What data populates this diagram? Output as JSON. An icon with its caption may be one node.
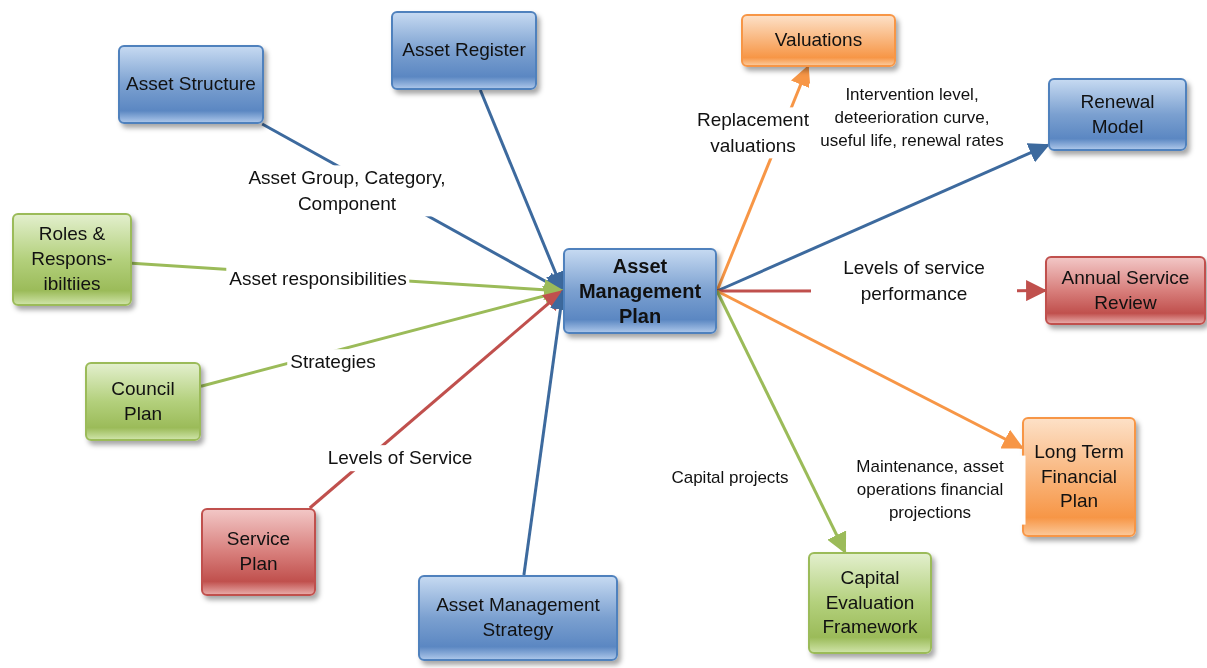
{
  "diagram": {
    "nodes": [
      {
        "text": [
          "Asset Structure"
        ]
      },
      {
        "text": [
          "Asset Register"
        ]
      },
      {
        "text": [
          "Roles & Respons- ibiltiies"
        ]
      },
      {
        "text": [
          "Council Plan"
        ]
      },
      {
        "text": [
          "Service Plan"
        ]
      },
      {
        "text": [
          "Asset Management Strategy"
        ]
      },
      {
        "text": [
          "Asset Management Plan"
        ]
      },
      {
        "text": [
          "Valuations"
        ]
      },
      {
        "text": [
          "Renewal Model"
        ]
      },
      {
        "text": [
          "Annual Service Review"
        ]
      },
      {
        "text": [
          "Long Term Financial Plan"
        ]
      },
      {
        "text": [
          "Capital Evaluation Framework"
        ]
      }
    ],
    "edges": [
      {
        "from": 0,
        "to": 6,
        "arrow": "to",
        "label": "Asset Group, Category, Component"
      },
      {
        "from": 1,
        "to": 6,
        "arrow": "to"
      },
      {
        "from": 2,
        "to": 6,
        "arrow": "to",
        "label": "Asset responsibilities",
        "color": "#9bbb59"
      },
      {
        "from": 3,
        "to": 6,
        "arrow": "to",
        "label": "Strategies",
        "color": "#9bbb59"
      },
      {
        "from": 4,
        "to": 6,
        "arrow": "to",
        "label": "Levels of Service",
        "color": "#c0504d"
      },
      {
        "from": 5,
        "to": 6,
        "arrow": "to"
      },
      {
        "from": 6,
        "to": 7,
        "arrow": "to",
        "label": "Replacement valuations",
        "color": "#f79646"
      },
      {
        "from": 6,
        "to": 8,
        "arrow": "to",
        "label": "Intervention level, deteerioration curve, useful life, renewal rates"
      },
      {
        "from": 6,
        "to": 9,
        "arrow": "to",
        "label": "Levels of service performance",
        "color": "#c0504d"
      },
      {
        "from": 6,
        "to": 10,
        "arrow": "to",
        "label": "Maintenance, asset operations financial projections",
        "color": "#f79646"
      },
      {
        "from": 6,
        "to": 11,
        "arrow": "to",
        "label": "Capital projects",
        "color": "#9bbb59"
      }
    ]
  }
}
